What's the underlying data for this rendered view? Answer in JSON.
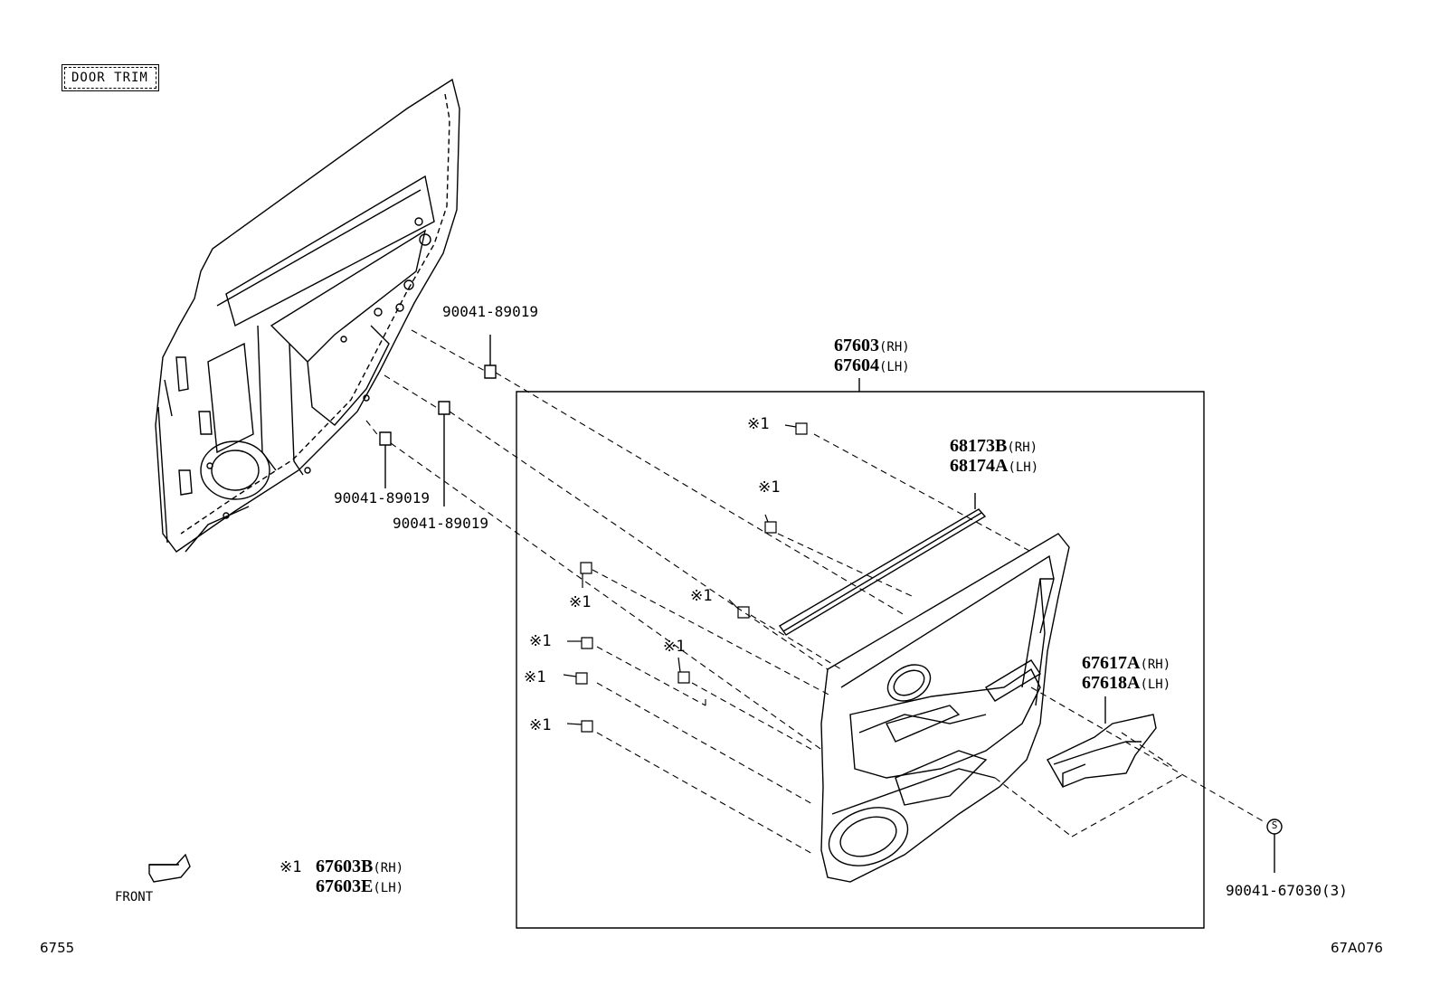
{
  "title": "DOOR TRIM",
  "footer": {
    "left_code": "6755",
    "right_code": "67A076"
  },
  "front_label": "FRONT",
  "parts": {
    "clip_top": "90041-89019",
    "clip_left_a": "90041-89019",
    "clip_left_b": "90041-89019",
    "trim_panel_rh": "67603",
    "trim_panel_rh_side": "(RH)",
    "trim_panel_lh": "67604",
    "trim_panel_lh_side": "(LH)",
    "weatherstrip_rh": "68173B",
    "weatherstrip_rh_side": "(RH)",
    "weatherstrip_lh": "68174A",
    "weatherstrip_lh_side": "(LH)",
    "armrest_rh": "67617A",
    "armrest_rh_side": "(RH)",
    "armrest_lh": "67618A",
    "armrest_lh_side": "(LH)",
    "screw": "90041-67030(3)",
    "screw_symbol": "S"
  },
  "note": {
    "marker": "※1",
    "rh_part": "67603B",
    "rh_side": "(RH)",
    "lh_part": "67603E",
    "lh_side": "(LH)"
  },
  "clip_marker": "※1"
}
